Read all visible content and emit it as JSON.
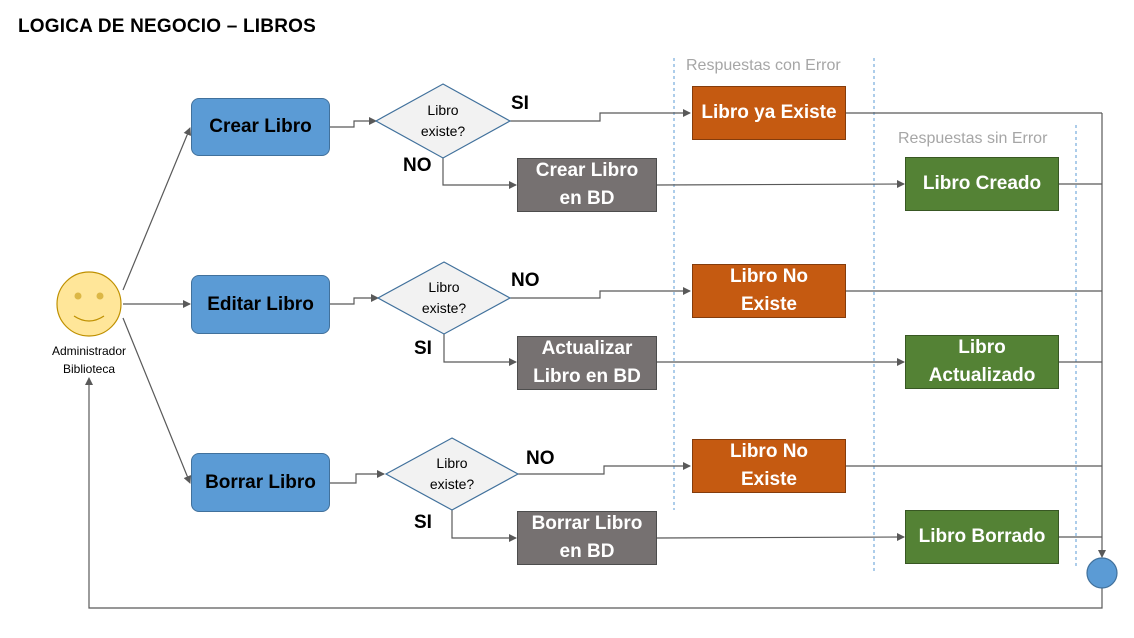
{
  "title": "LOGICA DE NEGOCIO – LIBROS",
  "actor": {
    "label": "Administrador\nBiblioteca"
  },
  "headers": {
    "errors": "Respuestas con Error",
    "success": "Respuestas sin Error"
  },
  "flows": [
    {
      "action": "Crear Libro",
      "decision": "Libro\nexiste?",
      "branch_top": "SI",
      "branch_bottom": "NO",
      "error_result": "Libro ya Existe",
      "db_action": "Crear Libro\nen BD",
      "success_result": "Libro Creado"
    },
    {
      "action": "Editar Libro",
      "decision": "Libro\nexiste?",
      "branch_top": "NO",
      "branch_bottom": "SI",
      "error_result": "Libro No\nExiste",
      "db_action": "Actualizar\nLibro en BD",
      "success_result": "Libro\nActualizado"
    },
    {
      "action": "Borrar Libro",
      "decision": "Libro\nexiste?",
      "branch_top": "NO",
      "branch_bottom": "SI",
      "error_result": "Libro No\nExiste",
      "db_action": "Borrar Libro\nen BD",
      "success_result": "Libro Borrado"
    }
  ],
  "colors": {
    "action": "#5b9bd5",
    "db": "#767171",
    "error": "#c55a11",
    "success": "#548235",
    "actor_face": "#ffe699",
    "end_node": "#5b9bd5",
    "divider": "#5b9bd5",
    "header_text": "#a6a6a6"
  }
}
